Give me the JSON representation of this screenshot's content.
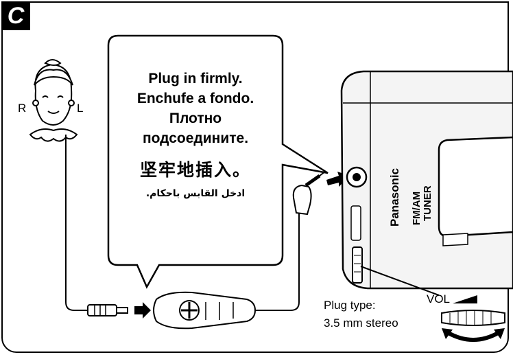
{
  "section": {
    "letter": "C"
  },
  "instructions": {
    "english": "Plug in firmly.",
    "spanish": "Enchufe a fondo.",
    "russian_line1": "Плотно",
    "russian_line2": "подсоедините.",
    "chinese": "坚牢地插入。",
    "arabic": "ادخل القابس باحكام."
  },
  "headphones": {
    "right_label": "R",
    "left_label": "L"
  },
  "plug": {
    "type_label": "Plug type:",
    "type_value": "3.5 mm stereo"
  },
  "device": {
    "brand": "Panasonic",
    "model_line1": "FM/AM",
    "model_line2": "TUNER"
  },
  "volume": {
    "label": "VOL"
  },
  "colors": {
    "ink": "#000000",
    "background": "#ffffff",
    "device_fill": "#f4f4f4"
  }
}
